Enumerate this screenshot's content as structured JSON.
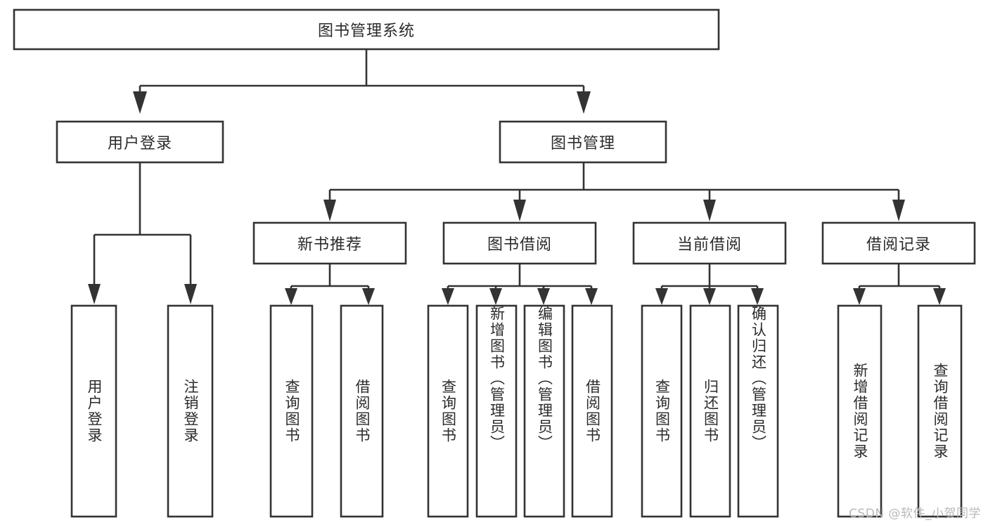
{
  "diagram": {
    "type": "tree",
    "title": "图书管理系统",
    "orientation": "top-down",
    "colors": {
      "box_stroke": "#333333",
      "box_fill": "#ffffff",
      "connector": "#333333",
      "text": "#2b2b2b",
      "background": "#ffffff",
      "watermark": "#b9b9b9"
    },
    "root": {
      "id": "root",
      "label": "图书管理系统",
      "orientation": "horizontal"
    },
    "level2": [
      {
        "id": "user-login",
        "label": "用户登录",
        "orientation": "horizontal"
      },
      {
        "id": "book-manage",
        "label": "图书管理",
        "orientation": "horizontal"
      }
    ],
    "level3": [
      {
        "id": "new-book-recommend",
        "label": "新书推荐",
        "parent": "book-manage",
        "orientation": "horizontal"
      },
      {
        "id": "book-borrow",
        "label": "图书借阅",
        "parent": "book-manage",
        "orientation": "horizontal"
      },
      {
        "id": "current-borrow",
        "label": "当前借阅",
        "parent": "book-manage",
        "orientation": "horizontal"
      },
      {
        "id": "borrow-record",
        "label": "借阅记录",
        "parent": "book-manage",
        "orientation": "horizontal"
      }
    ],
    "leaves": [
      {
        "id": "leaf-user-login",
        "label": "用户登录",
        "parent": "user-login",
        "orientation": "vertical"
      },
      {
        "id": "leaf-logout-login",
        "label": "注销登录",
        "parent": "user-login",
        "orientation": "vertical"
      },
      {
        "id": "leaf-query-book-1",
        "label": "查询图书",
        "parent": "new-book-recommend",
        "orientation": "vertical"
      },
      {
        "id": "leaf-borrow-book-1",
        "label": "借阅图书",
        "parent": "new-book-recommend",
        "orientation": "vertical"
      },
      {
        "id": "leaf-query-book-2",
        "label": "查询图书",
        "parent": "book-borrow",
        "orientation": "vertical"
      },
      {
        "id": "leaf-add-book",
        "label": "新增图书（管理员）",
        "parent": "book-borrow",
        "orientation": "vertical"
      },
      {
        "id": "leaf-edit-book",
        "label": "编辑图书（管理员）",
        "parent": "book-borrow",
        "orientation": "vertical"
      },
      {
        "id": "leaf-borrow-book-2",
        "label": "借阅图书",
        "parent": "book-borrow",
        "orientation": "vertical"
      },
      {
        "id": "leaf-query-book-3",
        "label": "查询图书",
        "parent": "current-borrow",
        "orientation": "vertical"
      },
      {
        "id": "leaf-return-book",
        "label": "归还图书",
        "parent": "current-borrow",
        "orientation": "vertical"
      },
      {
        "id": "leaf-confirm-return",
        "label": "确认归还（管理员）",
        "parent": "current-borrow",
        "orientation": "vertical"
      },
      {
        "id": "leaf-add-record",
        "label": "新增借阅记录",
        "parent": "borrow-record",
        "orientation": "vertical"
      },
      {
        "id": "leaf-query-record",
        "label": "查询借阅记录",
        "parent": "borrow-record",
        "orientation": "vertical"
      }
    ]
  },
  "watermark": {
    "text": "CSDN @软件_小贺同学"
  }
}
